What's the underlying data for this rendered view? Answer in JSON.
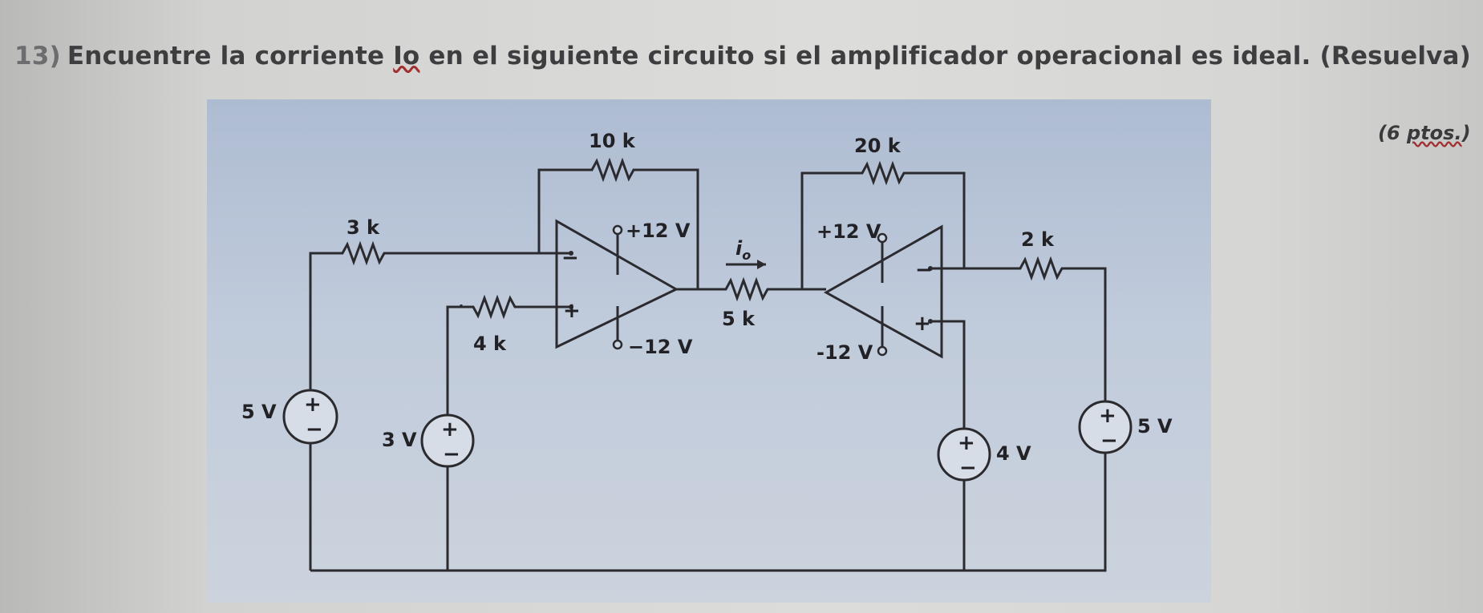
{
  "question": {
    "number": "13)",
    "text_before": "Encuentre la corriente ",
    "io": "Io",
    "text_after": " en el siguiente circuito si el amplificador operacional es ideal. (Resuelva)"
  },
  "points": {
    "open": "(6 ",
    "word": "ptos.",
    "close": ")"
  },
  "circuit": {
    "r_10k": "10 k",
    "r_20k": "20 k",
    "r_3k": "3 k",
    "r_4k": "4 k",
    "r_5k": "5 k",
    "r_2k": "2 k",
    "supply_pos_1": "+12 V",
    "supply_neg_1": "−12 V",
    "supply_pos_2": "+12 V",
    "supply_neg_2": "-12 V",
    "current": "i",
    "current_sub": "o",
    "src_5v_left": "5 V",
    "src_3v": "3 V",
    "src_4v": "4 V",
    "src_5v_right": "5 V",
    "minus": "−",
    "plus": "+"
  }
}
